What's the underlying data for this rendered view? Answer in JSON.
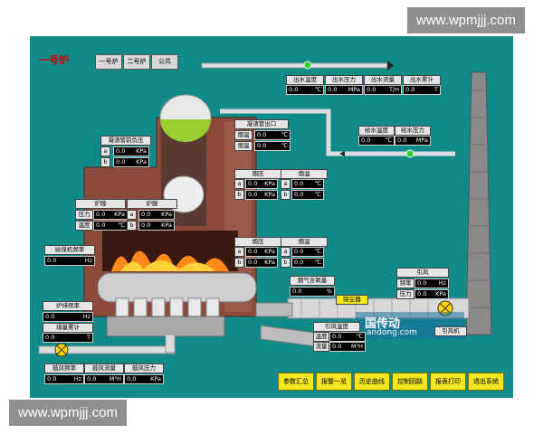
{
  "watermark": "www.wpmjjj.com",
  "title": "一号炉",
  "tabs": [
    "一号炉",
    "二号炉",
    "公共"
  ],
  "outlet": {
    "labels": [
      "出水温度",
      "出水压力",
      "出水流量",
      "出水累计"
    ],
    "values": [
      "0.0",
      "0.0",
      "0.0",
      "0.0"
    ],
    "units": [
      "℃",
      "MPa",
      "T/H",
      "T"
    ]
  },
  "feed": {
    "labels": [
      "给水温度",
      "给水压力"
    ],
    "values": [
      "0.0",
      "0.0"
    ],
    "units": [
      "℃",
      "MPa"
    ]
  },
  "condenser_out": {
    "label": "凝渣管出口",
    "rows": [
      {
        "k": "烟温",
        "v": "0.0",
        "u": "℃"
      },
      {
        "k": "烟温",
        "v": "0.0",
        "u": "℃"
      }
    ]
  },
  "condenser_neg": {
    "label": "凝渣管前负压",
    "rows": [
      {
        "k": "a",
        "v": "0.0",
        "u": "KPa"
      },
      {
        "k": "b",
        "v": "0.0",
        "u": "KPa"
      }
    ]
  },
  "flue1": {
    "press_label": "烟压",
    "temp_label": "烟温",
    "press": [
      {
        "k": "a",
        "v": "0.0",
        "u": "KPa"
      },
      {
        "k": "b",
        "v": "0.0",
        "u": "KPa"
      }
    ],
    "temp": [
      {
        "k": "a",
        "v": "0.0",
        "u": "℃"
      },
      {
        "k": "b",
        "v": "0.0",
        "u": "℃"
      }
    ]
  },
  "flue2": {
    "press_label": "烟压",
    "temp_label": "烟温",
    "press": [
      {
        "k": "a",
        "v": "0.0",
        "u": "KPa"
      },
      {
        "k": "b",
        "v": "0.0",
        "u": "KPa"
      }
    ],
    "temp": [
      {
        "k": "a",
        "v": "0.0",
        "u": "℃"
      },
      {
        "k": "b",
        "v": "0.0",
        "u": "℃"
      }
    ]
  },
  "furnace1": {
    "label": "炉膛",
    "rows": [
      {
        "k": "压力",
        "v": "0.0",
        "u": "KPa"
      },
      {
        "k": "温度",
        "v": "0.0",
        "u": "℃"
      }
    ]
  },
  "furnace2": {
    "label": "炉膛",
    "rows": [
      {
        "k": "a",
        "v": "0.0",
        "u": "KPa"
      },
      {
        "k": "b",
        "v": "0.0",
        "u": "KPa"
      }
    ]
  },
  "coal_freq": {
    "label": "给煤机频率",
    "v": "0.0",
    "u": "Hz"
  },
  "grate_freq": {
    "label": "炉排频率",
    "v": "0.0",
    "u": "Hz"
  },
  "coal_total": {
    "label": "煤量累计",
    "v": "0.0",
    "u": "T"
  },
  "o2": {
    "label": "烟气含氧量",
    "v": "0.0",
    "u": "%"
  },
  "dust_collector": "除尘器",
  "induced": {
    "label": "引风",
    "rows": [
      {
        "k": "频率",
        "v": "0.0",
        "u": "Hz"
      },
      {
        "k": "压力",
        "v": "0.0",
        "u": "KPa"
      }
    ]
  },
  "induced_fan": "引风机",
  "blower": {
    "labels": [
      "鼓风频率",
      "鼓风流量",
      "鼓风压力"
    ],
    "values": [
      "0.0",
      "0.0",
      "0.0"
    ],
    "units": [
      "Hz",
      "M³H",
      "KPa"
    ]
  },
  "blower_duct": {
    "label": "引风温度",
    "rows": [
      {
        "k": "温度",
        "v": "0.0",
        "u": "℃"
      },
      {
        "k": "流量",
        "v": "0.0",
        "u": "M³H"
      }
    ]
  },
  "watermark_center": "国传动",
  "watermark_center_sub": "andong.com",
  "buttons": [
    "参数汇总",
    "报警一览",
    "历史曲线",
    "控制回路",
    "报表打印",
    "退出系统"
  ]
}
